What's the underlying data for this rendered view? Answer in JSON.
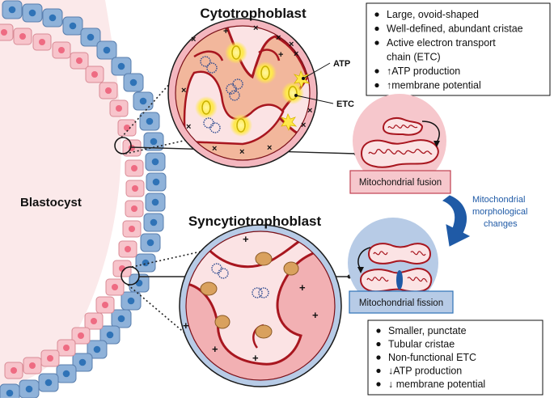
{
  "labels": {
    "blastocyst": "Blastocyst",
    "cytotrophoblast": "Cytotrophoblast",
    "syncytiotrophoblast": "Syncytiotrophoblast",
    "atp": "ATP",
    "etc": "ETC",
    "fusion": "Mitochondrial fusion",
    "fission": "Mitochondrial fission",
    "changes_line1": "Mitochondrial",
    "changes_line2": "morphological",
    "changes_line3": "changes"
  },
  "cyto_features": [
    "Large, ovoid-shaped",
    "Well-defined, abundant cristae",
    "Active electron transport",
    "chain (ETC)",
    "↑ATP production",
    "↑membrane potential"
  ],
  "syncytio_features": [
    "Smaller, punctate",
    "Tubular cristae",
    "Non-functional ETC",
    "↓ATP production",
    "↓ membrane potential"
  ],
  "colors": {
    "cell_blue": "#8fb2d9",
    "nucleus_blue": "#2f73b7",
    "cell_pink": "#f7c4cb",
    "nucleus_pink": "#ee6b82",
    "cavity": "#fbe9ea",
    "mito_red": "#a8161f",
    "arrow_blue": "#1f5aa6",
    "fusion_box": "#f6c7cc",
    "fission_box": "#b7cbe6"
  }
}
